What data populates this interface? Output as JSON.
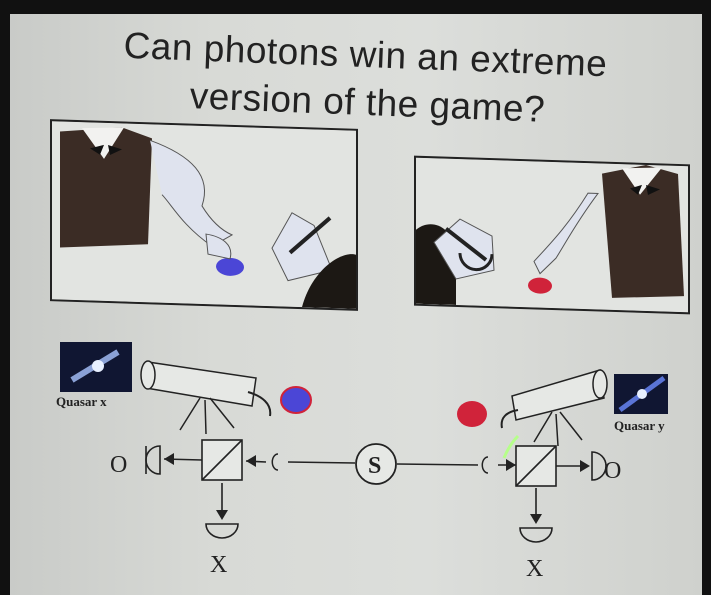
{
  "slide": {
    "title_line1": "Can photons win an extreme",
    "title_line2": "version of the game?"
  },
  "labels": {
    "quasar_x": "Quasar x",
    "quasar_y": "Quasar y",
    "source": "S",
    "output_o": "O",
    "output_x": "X"
  },
  "colors": {
    "blue_disc": "#4b46d6",
    "red_disc": "#d0233a",
    "ink": "#222222",
    "laser_pointer": "#b6ff8a"
  }
}
